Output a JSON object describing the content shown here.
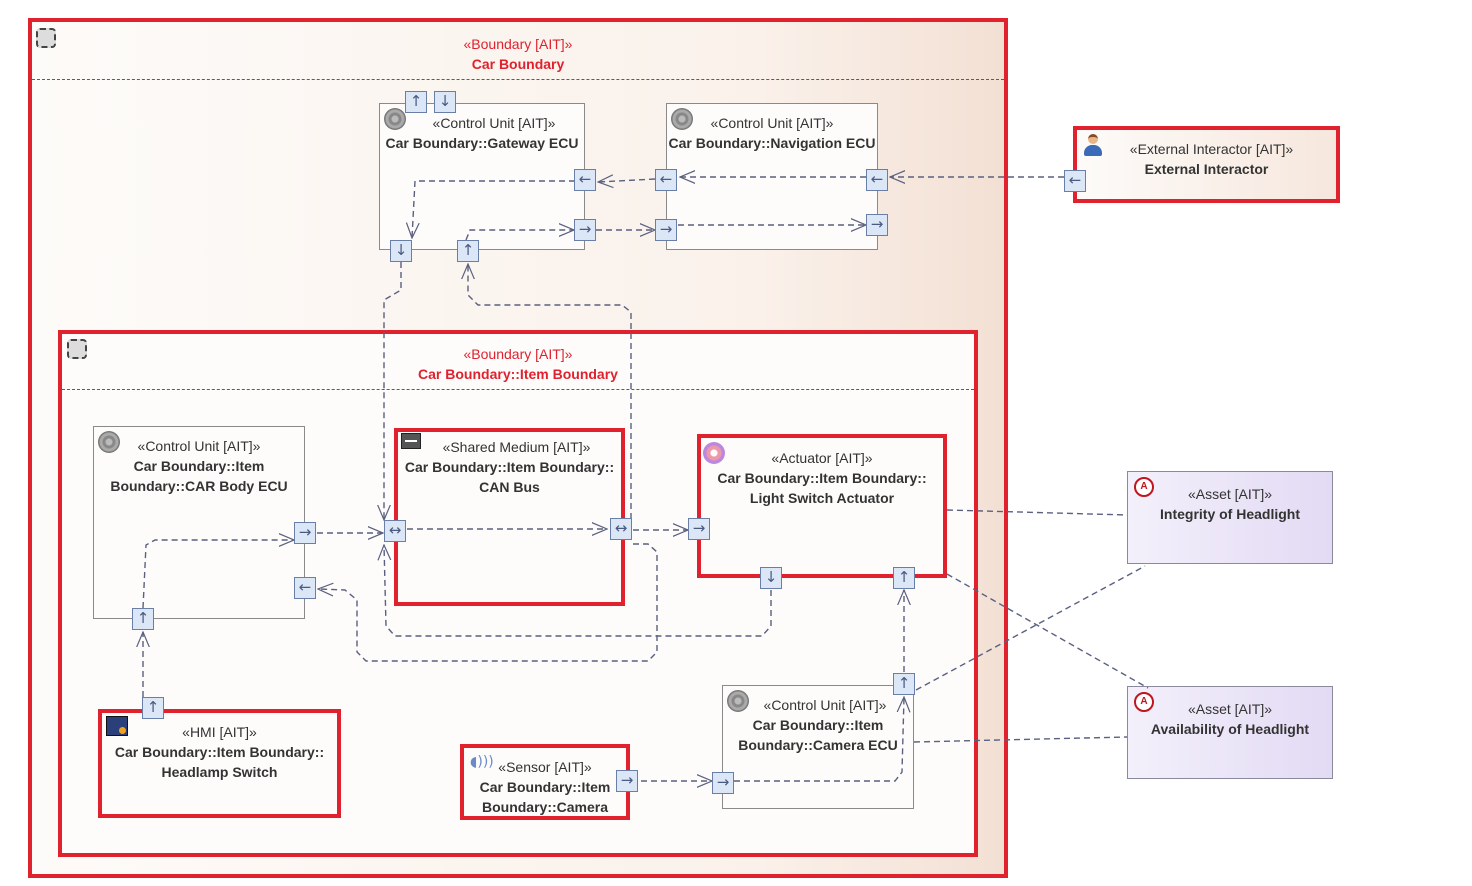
{
  "outer_boundary": {
    "stereotype": "«Boundary [AIT]»",
    "name": "Car Boundary"
  },
  "inner_boundary": {
    "stereotype": "«Boundary [AIT]»",
    "name": "Car Boundary::Item Boundary"
  },
  "gateway_ecu": {
    "stereotype": "«Control Unit [AIT]»",
    "name": "Car Boundary::Gateway ECU"
  },
  "navigation_ecu": {
    "stereotype": "«Control Unit [AIT]»",
    "name": "Car Boundary::Navigation ECU"
  },
  "external_interactor": {
    "stereotype": "«External Interactor [AIT]»",
    "name": "External Interactor"
  },
  "car_body_ecu": {
    "stereotype": "«Control Unit [AIT]»",
    "name_lines": [
      "Car Boundary::Item",
      "Boundary::CAR Body ECU"
    ]
  },
  "can_bus": {
    "stereotype": "«Shared Medium [AIT]»",
    "name_lines": [
      "Car Boundary::Item Boundary::",
      "CAN Bus"
    ]
  },
  "light_switch_actuator": {
    "stereotype": "«Actuator [AIT]»",
    "name_lines": [
      "Car Boundary::Item Boundary::",
      "Light Switch Actuator"
    ]
  },
  "headlamp_switch": {
    "stereotype": "«HMI [AIT]»",
    "name_lines": [
      "Car Boundary::Item Boundary::",
      "Headlamp Switch"
    ]
  },
  "camera": {
    "stereotype": "«Sensor [AIT]»",
    "name_lines": [
      "Car Boundary::Item",
      "Boundary::Camera"
    ]
  },
  "camera_ecu": {
    "stereotype": "«Control Unit [AIT]»",
    "name_lines": [
      "Car Boundary::Item",
      "Boundary::Camera ECU"
    ]
  },
  "asset_integrity": {
    "stereotype": "«Asset [AIT]»",
    "name": "Integrity of Headlight"
  },
  "asset_availability": {
    "stereotype": "«Asset [AIT]»",
    "name": "Availability of Headlight"
  },
  "icons": {
    "boundary": "boundary-icon",
    "control_unit": "gear-icon",
    "external_interactor": "person-icon",
    "shared_medium": "bus-icon",
    "actuator": "actuator-icon",
    "hmi": "hmi-icon",
    "sensor": "sensor-icon",
    "asset": "asset-icon"
  },
  "colors": {
    "highlight": "#e0212e",
    "port_fill": "#dbe6f7",
    "connector": "#5a6080",
    "asset_fill": "#e3daf4"
  }
}
